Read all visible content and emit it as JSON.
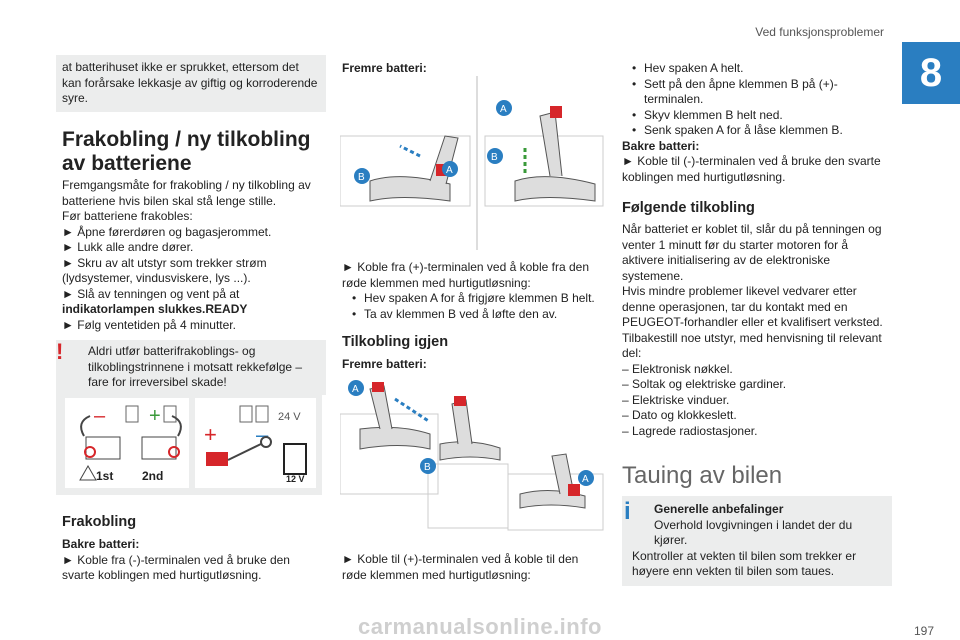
{
  "header": {
    "section": "Ved funksjonsproblemer",
    "chapter": "8"
  },
  "col1": {
    "note_top": "at batterihuset ikke er sprukket, ettersom det kan forårsake lekkasje av giftig og korroderende syre.",
    "title": "Frakobling / ny tilkobling av batteriene",
    "intro": "Fremgangsmåte for frakobling / ny tilkobling av batteriene hvis bilen skal stå lenge stille.",
    "before": "Før batteriene frakobles:",
    "steps": [
      "► Åpne førerdøren og bagasjerommet.",
      "► Lukk alle andre dører.",
      "► Skru av alt utstyr som trekker strøm (lydsystemer, vindusviskere, lys ...).",
      "► Slå av tenningen og vent på at"
    ],
    "ready": "indikatorlampen slukkes.READY",
    "wait": "► Følg ventetiden på 4 minutter.",
    "warning": "Aldri utfør batterifrakoblings- og tilkoblingstrinnene i motsatt rekkefølge – fare for irreversibel skade!",
    "img_labels": {
      "first": "1st",
      "second": "2nd",
      "v24": "24 V",
      "v12": "12 V",
      "plus": "+",
      "minus": "–"
    },
    "frakobling": "Frakobling",
    "bakre": "Bakre batteri:",
    "bakre_text": "► Koble fra (-)-terminalen ved å bruke den svarte koblingen med hurtigutløsning."
  },
  "col2": {
    "fremre1": "Fremre batteri:",
    "step1": "► Koble fra (+)-terminalen ved å koble fra den røde klemmen med hurtigutløsning:",
    "sub1": [
      "Hev spaken A for å frigjøre klemmen B helt.",
      "Ta av klemmen B ved å løfte den av."
    ],
    "tilk": "Tilkobling igjen",
    "fremre2": "Fremre batteri:",
    "step2": "► Koble til (+)-terminalen ved å koble til den røde klemmen med hurtigutløsning:",
    "labels": {
      "a": "A",
      "b": "B"
    }
  },
  "col3": {
    "sub": [
      "Hev spaken A helt.",
      "Sett på den åpne klemmen B på (+)-terminalen.",
      "Skyv klemmen B helt ned.",
      "Senk spaken A for å låse klemmen B."
    ],
    "bakre": "Bakre batteri:",
    "bakre_text": "► Koble til (-)-terminalen ved å bruke den svarte koblingen med hurtigutløsning.",
    "folg_title": "Følgende tilkobling",
    "folg_text": "Når batteriet er koblet til, slår du på tenningen og venter 1 minutt før du starter motoren for å aktivere initialisering av de elektroniske systemene.",
    "folg_text2": "Hvis mindre problemer likevel vedvarer etter denne operasjonen, tar du kontakt med en PEUGEOT-forhandler eller et kvalifisert verksted.",
    "folg_text3": "Tilbakestill noe utstyr, med henvisning til relevant del:",
    "list": [
      "– Elektronisk nøkkel.",
      "– Soltak og elektriske gardiner.",
      "– Elektriske vinduer.",
      "– Dato og klokkeslett.",
      "– Lagrede radiostasjoner."
    ],
    "tauing": "Tauing av bilen",
    "gen_title": "Generelle anbefalinger",
    "gen_text": "Overhold lovgivningen i landet der du kjører.",
    "gen_text2": "Kontroller at vekten til bilen som trekker er høyere enn vekten til bilen som taues."
  },
  "footer": {
    "page": "197",
    "watermark": "carmanualsonline.info"
  }
}
